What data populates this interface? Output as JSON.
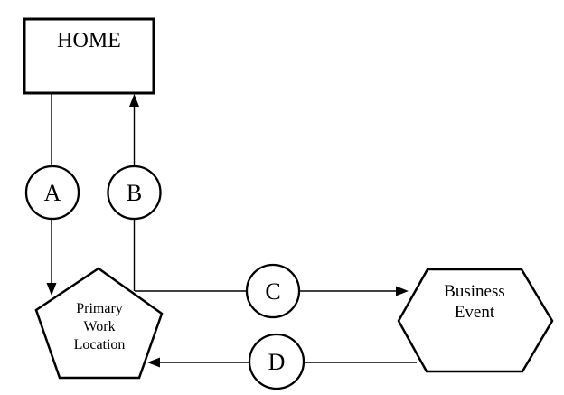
{
  "diagram": {
    "title": "Home / Work / Business Event trip diagram",
    "colors": {
      "background": "#ffffff",
      "stroke": "#000000",
      "text": "#000000",
      "shape_fill": "#ffffff"
    },
    "nodes": {
      "home": {
        "shape": "rectangle",
        "label": "HOME"
      },
      "primary_work_location": {
        "shape": "pentagon",
        "label": "Primary Work Location",
        "label_lines": [
          "Primary",
          "Work",
          "Location"
        ]
      },
      "business_event": {
        "shape": "hexagon",
        "label": "Business Event",
        "label_lines": [
          "Business",
          "Event"
        ]
      }
    },
    "connectors": [
      {
        "label": "A",
        "badge_shape": "circle",
        "from": "HOME",
        "to": "Primary Work Location",
        "arrow_direction": "down"
      },
      {
        "label": "B",
        "badge_shape": "circle",
        "from": "Primary Work Location",
        "to": "HOME",
        "arrow_direction": "up"
      },
      {
        "label": "C",
        "badge_shape": "circle",
        "from": "Primary Work Location",
        "to": "Business Event",
        "arrow_direction": "right"
      },
      {
        "label": "D",
        "badge_shape": "circle",
        "from": "Business Event",
        "to": "Primary Work Location",
        "arrow_direction": "left"
      }
    ]
  }
}
